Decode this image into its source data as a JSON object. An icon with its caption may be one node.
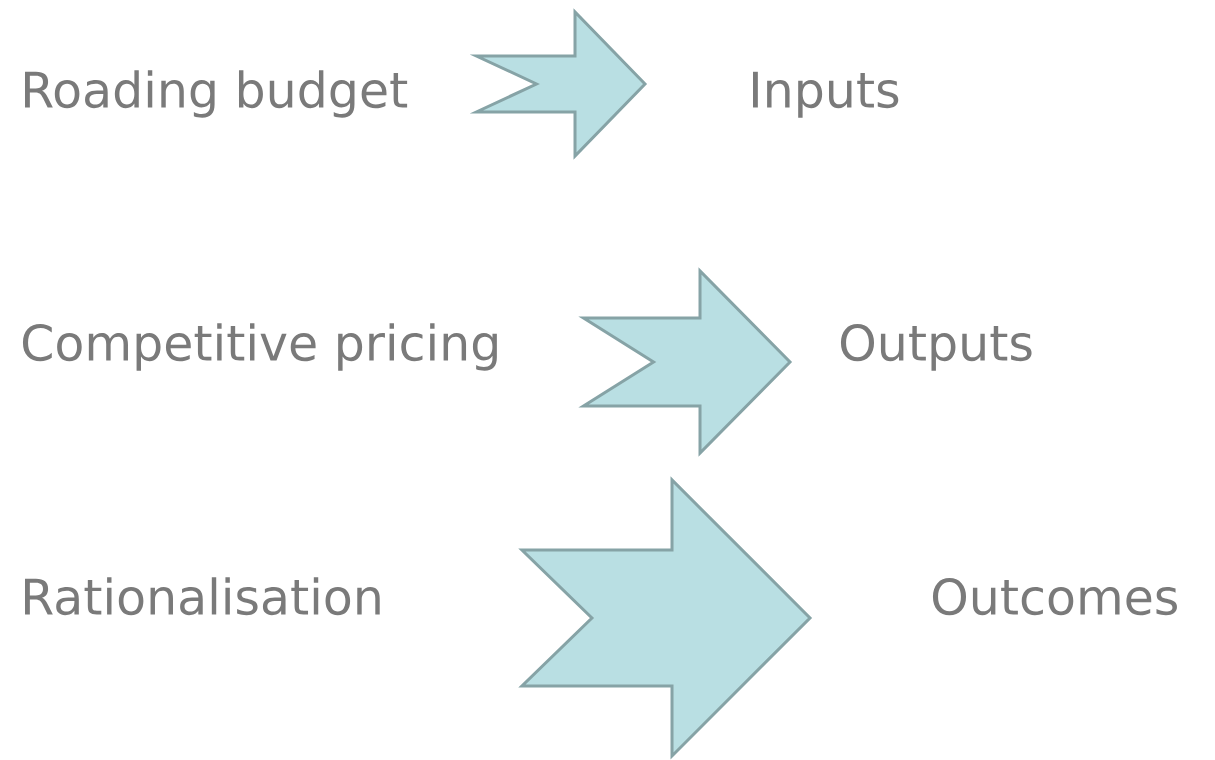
{
  "diagram": {
    "nodes": [
      {
        "text": [
          "Roading budget"
        ]
      },
      {
        "text": [
          "Inputs"
        ]
      },
      {
        "text": [
          "Competitive pricing"
        ]
      },
      {
        "text": [
          "Outputs"
        ]
      },
      {
        "text": [
          "Rationalisation"
        ]
      },
      {
        "text": [
          "Outcomes"
        ]
      }
    ],
    "edges": [
      {
        "from": 0,
        "to": 1,
        "arrow": "to"
      },
      {
        "from": 2,
        "to": 3,
        "arrow": "to"
      },
      {
        "from": 4,
        "to": 5,
        "arrow": "to"
      }
    ]
  }
}
